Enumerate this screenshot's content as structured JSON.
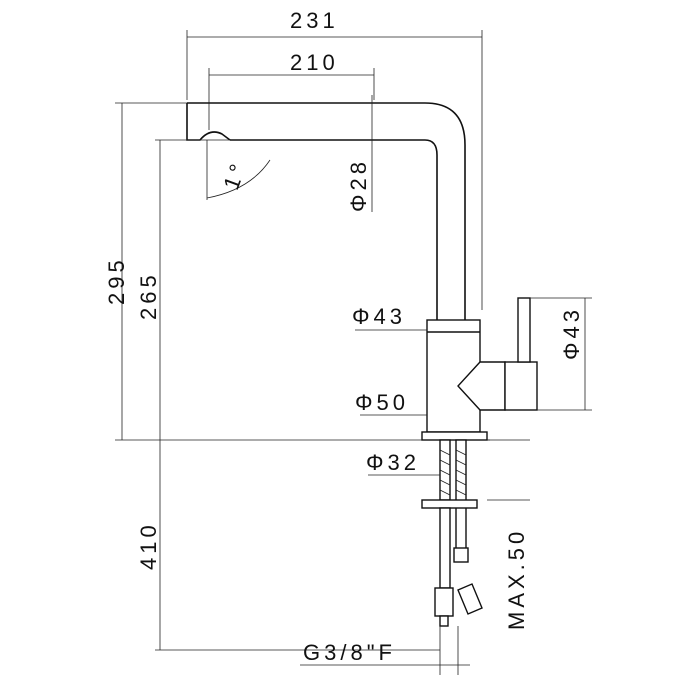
{
  "title": "Kitchen mixer tap dimensional drawing",
  "dimensions": {
    "overall_reach": "231",
    "spout_reach": "210",
    "spout_angle": "1°",
    "spout_diameter": "Φ28",
    "overall_height": "295",
    "spout_height": "265",
    "pipe_diameter": "Φ43",
    "handle_diameter": "Φ43",
    "body_diameter": "Φ50",
    "shank_diameter": "Φ32",
    "hose_length": "410",
    "max_worktop": "MAX.50",
    "connection": "G3/8\"F"
  },
  "colors": {
    "line": "#111111",
    "background": "#ffffff"
  }
}
